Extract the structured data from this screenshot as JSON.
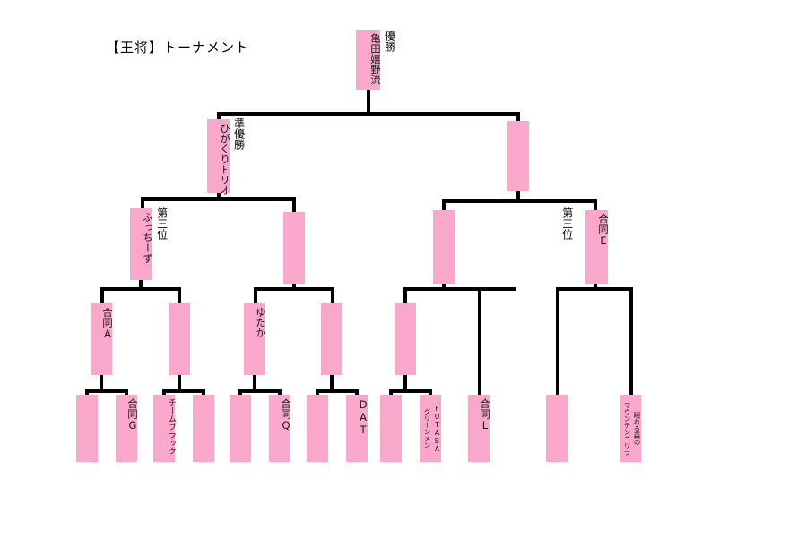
{
  "title": "【王将】トーナメント",
  "theme": {
    "box_color": "#f9a7cb",
    "line_color": "#000000",
    "background": "#ffffff",
    "text_color": "#1a1a1a"
  },
  "annotations": {
    "champion": "優勝",
    "runner_up": "準優勝",
    "third_left": "第三位",
    "third_right": "第三位"
  },
  "bracket": {
    "champion": {
      "name": "亀田嬉野流"
    },
    "final": {
      "left": {
        "name": "ひがくりトリオ"
      },
      "right": {
        "name": ""
      }
    },
    "semifinals": [
      {
        "name": "ふっちーず"
      },
      {
        "name": ""
      },
      {
        "name": ""
      },
      {
        "name": "合同E"
      }
    ],
    "quarterfinals": [
      {
        "name": "合同A"
      },
      {
        "name": ""
      },
      {
        "name": "ゆたか"
      },
      {
        "name": ""
      },
      {
        "name": ""
      },
      {
        "name": ""
      },
      {
        "name": ""
      },
      {
        "name": ""
      }
    ],
    "round_of_16": [
      {
        "name": ""
      },
      {
        "name": "合同G"
      },
      {
        "name": "チームブラック"
      },
      {
        "name": ""
      },
      {
        "name": ""
      },
      {
        "name": "合同Q"
      },
      {
        "name": ""
      },
      {
        "name": "DAT"
      },
      {
        "name": ""
      },
      {
        "name": "FUTABA グリーンメン",
        "lines": [
          "FUTABA",
          "グリーンメン"
        ]
      },
      {
        "name": "合同L"
      },
      {
        "name": ""
      },
      {
        "name": "眠れる森のマウンテンゴリラ",
        "lines": [
          "眠れる森の",
          "マウンテンゴリラ"
        ]
      }
    ]
  }
}
